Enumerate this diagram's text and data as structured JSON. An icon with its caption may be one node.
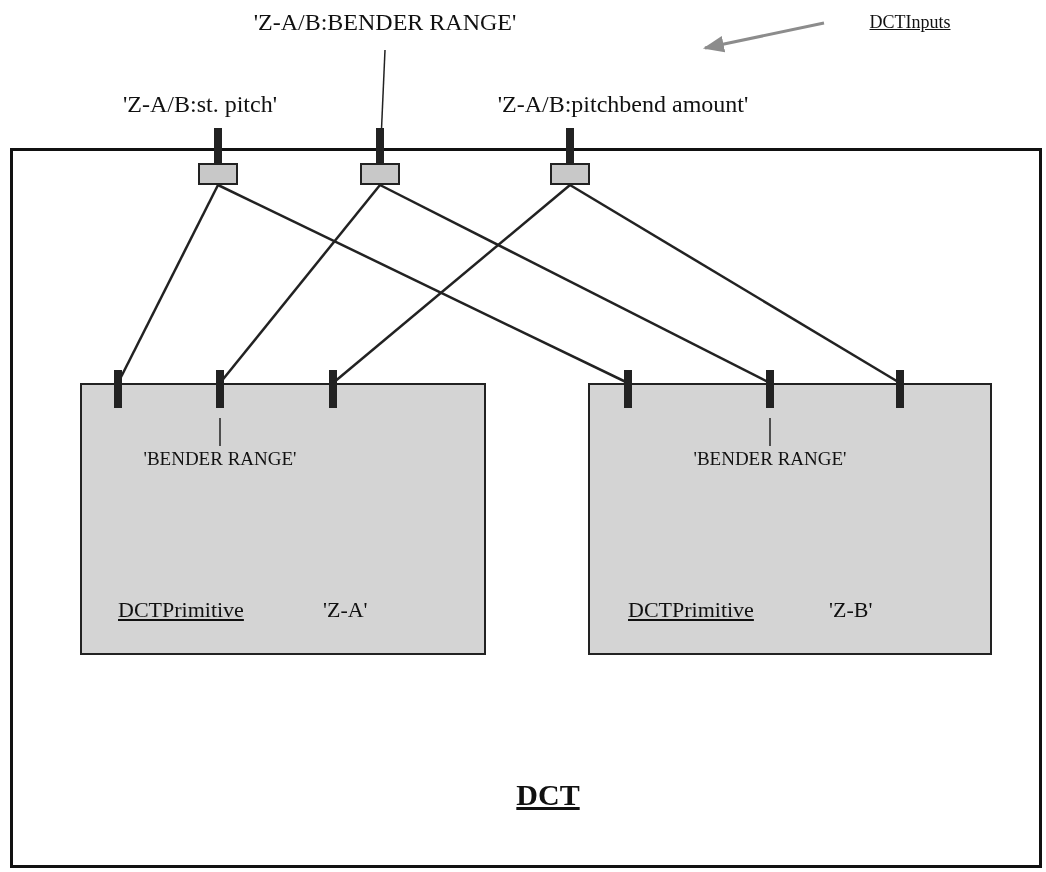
{
  "diagram": {
    "nodes": [
      {
        "text": [
          "DCT"
        ]
      },
      {
        "text": [],
        "shape": "box",
        "in": 0
      },
      {
        "text": [],
        "shape": "box",
        "in": 0
      },
      {
        "text": [],
        "shape": "box",
        "in": 0
      },
      {
        "text": [
          "DCTPrimitive",
          "'Z-A'"
        ],
        "in": 0
      },
      {
        "text": [
          "'BENDER RANGE'"
        ],
        "in": 4
      },
      {
        "text": [
          "DCTPrimitive",
          "'Z-B'"
        ],
        "in": 0
      },
      {
        "text": [
          "'BENDER RANGE'"
        ],
        "in": 6
      },
      {
        "text": [
          "'Z-A/B:st. pitch'"
        ]
      },
      {
        "text": [
          "'Z-A/B:BENDER RANGE'"
        ]
      },
      {
        "text": [
          "'Z-A/B:pitchbend amount'"
        ]
      },
      {
        "text": [
          "DCTInputs"
        ]
      }
    ],
    "edges": [
      {
        "from": 1,
        "to": 4,
        "arrow": "none"
      },
      {
        "from": 1,
        "to": 6,
        "arrow": "none"
      },
      {
        "from": 2,
        "to": 4,
        "arrow": "none"
      },
      {
        "from": 2,
        "to": 6,
        "arrow": "none"
      },
      {
        "from": 3,
        "to": 4,
        "arrow": "none"
      },
      {
        "from": 3,
        "to": 6,
        "arrow": "none"
      },
      {
        "from": 9,
        "to": 2,
        "arrow": "none"
      },
      {
        "from": 11,
        "to": null,
        "arrow": "to",
        "color": "#8c8c8c"
      },
      {
        "from": 5,
        "to": null,
        "arrow": "none"
      },
      {
        "from": 7,
        "to": null,
        "arrow": "none"
      }
    ]
  }
}
